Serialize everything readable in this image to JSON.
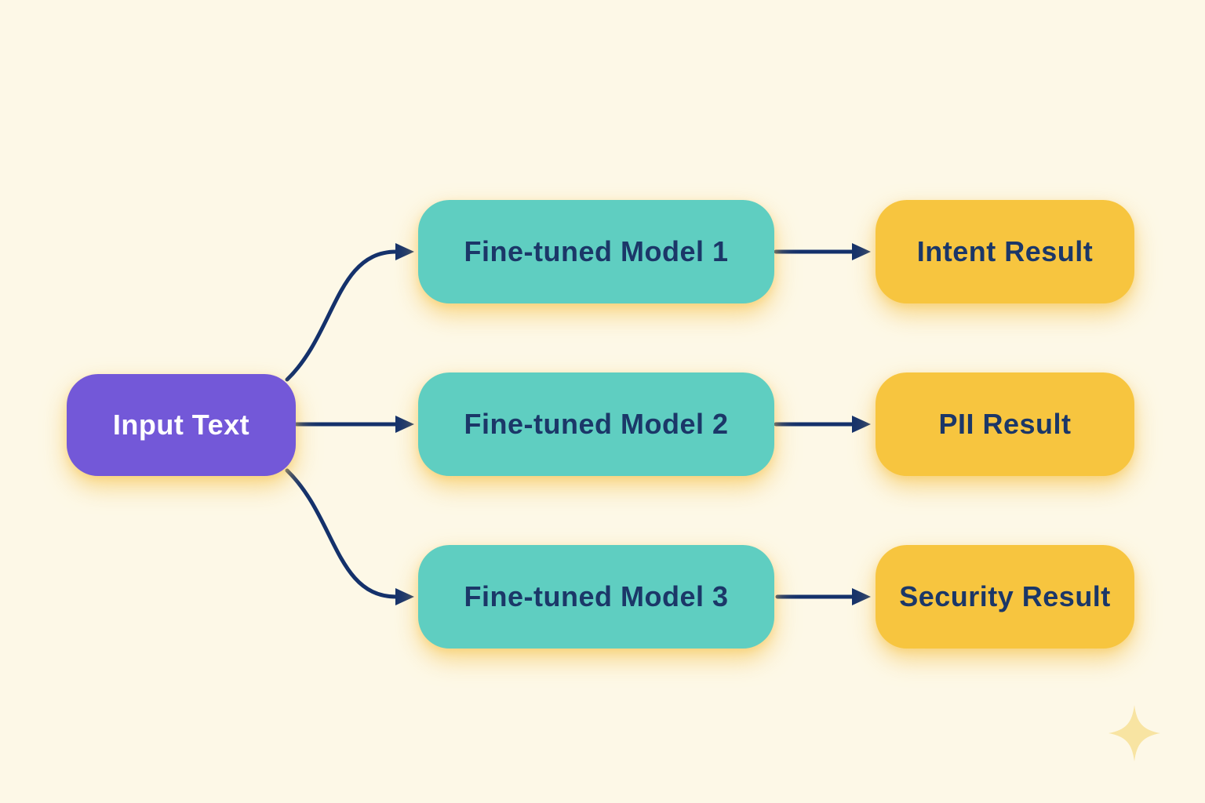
{
  "diagram": {
    "background_color": "#FDF8E7",
    "arrow_color": "#14316B",
    "node_label_color": "#1B3768",
    "sparkle_color": "#F8E4A2",
    "input_node": {
      "id": "input-text",
      "label": "Input Text",
      "color": "#7358D8",
      "text_color": "#FFFFFF"
    },
    "model_nodes": [
      {
        "id": "fine-tuned-model-1",
        "label": "Fine-tuned Model 1",
        "color": "#5FCEC1"
      },
      {
        "id": "fine-tuned-model-2",
        "label": "Fine-tuned Model 2",
        "color": "#5FCEC1"
      },
      {
        "id": "fine-tuned-model-3",
        "label": "Fine-tuned Model 3",
        "color": "#5FCEC1"
      }
    ],
    "result_nodes": [
      {
        "id": "intent-result",
        "label": "Intent Result",
        "color": "#F7C53F"
      },
      {
        "id": "pii-result",
        "label": "PII Result",
        "color": "#F7C53F"
      },
      {
        "id": "security-result",
        "label": "Security Result",
        "color": "#F7C53F"
      }
    ],
    "edges": [
      {
        "from": "input-text",
        "to": "fine-tuned-model-1"
      },
      {
        "from": "input-text",
        "to": "fine-tuned-model-2"
      },
      {
        "from": "input-text",
        "to": "fine-tuned-model-3"
      },
      {
        "from": "fine-tuned-model-1",
        "to": "intent-result"
      },
      {
        "from": "fine-tuned-model-2",
        "to": "pii-result"
      },
      {
        "from": "fine-tuned-model-3",
        "to": "security-result"
      }
    ]
  }
}
